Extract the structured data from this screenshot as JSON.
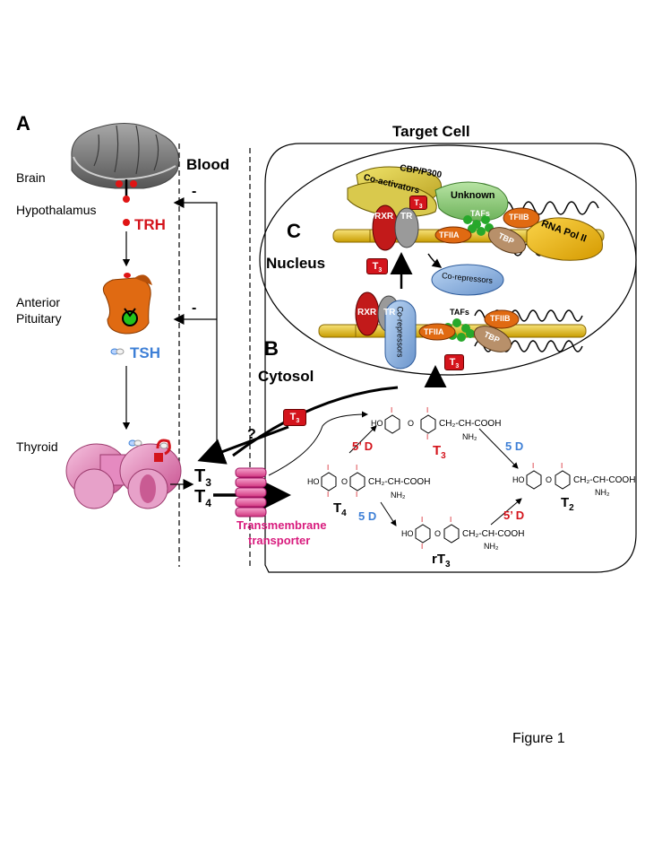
{
  "panels": {
    "a": "A",
    "b": "B",
    "c": "C"
  },
  "axis_labels": {
    "brain": "Brain",
    "hypothalamus": "Hypothalamus",
    "anterior_pituitary_1": "Anterior",
    "anterior_pituitary_2": "Pituitary",
    "thyroid": "Thyroid",
    "blood": "Blood",
    "target_cell": "Target Cell",
    "nucleus": "Nucleus",
    "cytosol": "Cytosol"
  },
  "hormones": {
    "trh": "TRH",
    "tsh": "TSH",
    "t3": "T",
    "t3_sub": "3",
    "t4": "T",
    "t4_sub": "4",
    "rt3": "rT",
    "rt3_sub": "3",
    "t2": "T",
    "t2_sub": "2"
  },
  "feedback": {
    "inhibit_top": "-",
    "inhibit_mid": "-",
    "question": "?"
  },
  "transporter": {
    "line1": "Transmembrane",
    "line2": "transporter"
  },
  "deiodinases": {
    "d5prime": "5’ D",
    "d5": "5 D"
  },
  "proteins": {
    "cbp": "CBP/P300",
    "coactivators": "Co-activators",
    "unknown": "Unknown",
    "rxr": "RXR",
    "tr": "TR",
    "tafs": "TAFs",
    "tfiib": "TFIIB",
    "tfiia": "TFIIA",
    "tbp": "TBP",
    "rnapol": "RNA Pol II",
    "corepressors": "Co-repressors"
  },
  "chemistry": {
    "side_chain": "CH₂-CH-COOH",
    "amine": "NH₂",
    "ho": "HO",
    "o": "O",
    "iodine": "I"
  },
  "figure_label": "Figure 1",
  "colors": {
    "red": "#d4141c",
    "blue": "#3d7fd6",
    "magenta": "#d81b7d",
    "brain": "#7a7a7a",
    "pituitary": "#e06a12",
    "thyroid": "#e58ac0",
    "dna": "#e8c21a"
  }
}
